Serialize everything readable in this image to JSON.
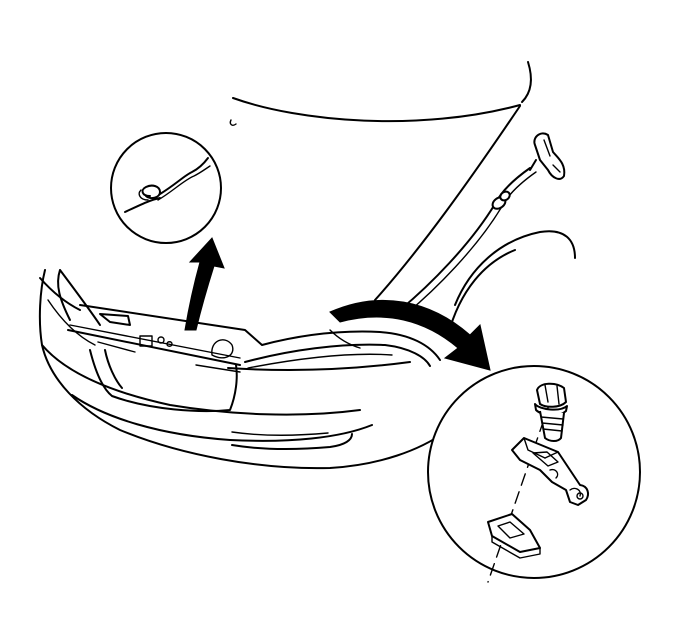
{
  "figure": {
    "colors": {
      "line": "#000000",
      "background": "#ffffff"
    },
    "parts": [
      "hood",
      "front-fascia",
      "hood-release-cable",
      "cable-handle",
      "cable-grommet",
      "cable-clip-detail",
      "hood-latch-detail",
      "latch-bolt",
      "hood-latch",
      "latch-support"
    ]
  }
}
